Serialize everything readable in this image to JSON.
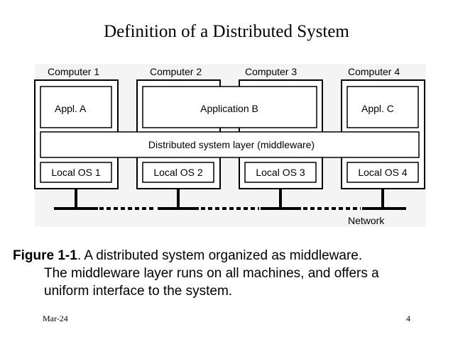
{
  "slide": {
    "title": "Definition of a Distributed System",
    "date": "Mar-24",
    "page_number": "4"
  },
  "diagram": {
    "computers": [
      "Computer 1",
      "Computer 2",
      "Computer 3",
      "Computer 4"
    ],
    "applications": [
      "Appl. A",
      "Application B",
      "Appl. C"
    ],
    "middleware": "Distributed system layer (middleware)",
    "local_os": [
      "Local OS 1",
      "Local OS 2",
      "Local OS 3",
      "Local OS 4"
    ],
    "network": "Network"
  },
  "caption": {
    "label": "Figure 1-1",
    "text_line1": ". A distributed system organized as middleware.",
    "text_line2": "The middleware layer runs on all machines, and offers a",
    "text_line3": "uniform interface to the system."
  }
}
